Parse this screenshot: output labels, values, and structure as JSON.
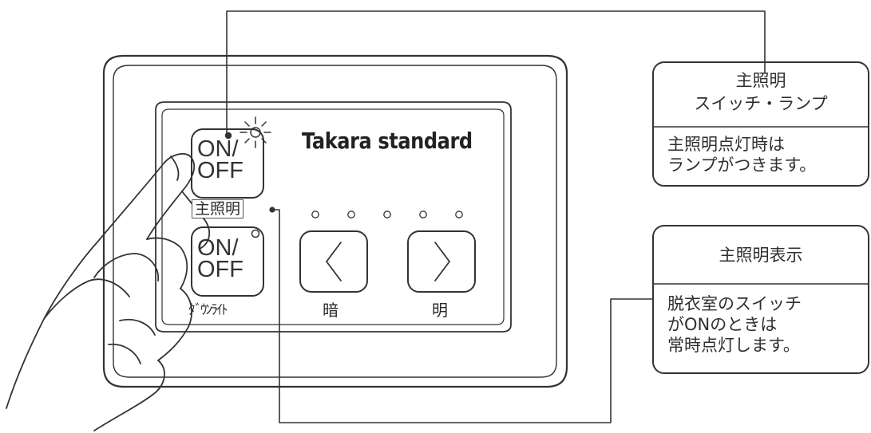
{
  "panel": {
    "brand": "Takara standard",
    "button_main": {
      "line1": "ON/",
      "line2": "OFF"
    },
    "button_downlight": {
      "line1": "ON/",
      "line2": "OFF"
    },
    "label_main_lighting": "主照明",
    "label_downlight": "ﾀﾞｳﾝﾗｲﾄ",
    "label_dark": "暗",
    "label_bright": "明",
    "dimmer_left_symbol": "<",
    "dimmer_right_symbol": ">",
    "indicator_dot_count": 5
  },
  "callouts": [
    {
      "title": [
        "主照明",
        "スイッチ・ランプ"
      ],
      "body": [
        "主照明点灯時は",
        "ランプがつきます。"
      ]
    },
    {
      "title": [
        "主照明表示"
      ],
      "body": [
        "脱衣室のスイッチ",
        "がONのときは",
        "常時点灯します。"
      ]
    }
  ],
  "colors": {
    "line": "#333333",
    "background": "#ffffff"
  }
}
